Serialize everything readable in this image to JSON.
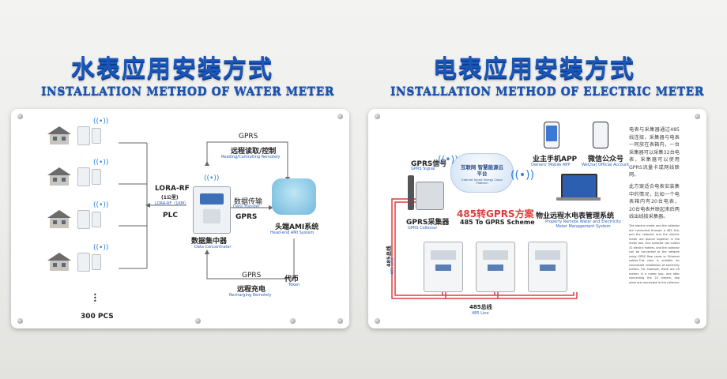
{
  "left": {
    "title_cn": "水表应用安装方式",
    "title_en": "INSTALLATION METHOD OF WATER METER",
    "lora_label": "LORA-RF",
    "lora_sub1": "(1公里)",
    "lora_sub2": "LORA-RF（1KM）",
    "plc_label": "PLC",
    "count_label": "300 PCS",
    "gprs_top": "GPRS",
    "remote_read_cn": "远程读取/控制",
    "remote_read_en": "Reading/Controlling Remotely",
    "data_transfer_cn": "数据传输",
    "data_transfer_en": "Data Transfer",
    "gprs_mid": "GPRS",
    "concentrator_cn": "数据集中器",
    "concentrator_en": "Data Concentrator",
    "ami_cn": "头端AMI系统",
    "ami_en": "Head-end AMI System",
    "token_cn": "代币",
    "token_en": "Token",
    "gprs_bottom": "GPRS",
    "recharge_cn": "远程充电",
    "recharge_en": "Recharging Remotely"
  },
  "right": {
    "title_cn": "电表应用安装方式",
    "title_en": "INSTALLATION METHOD OF ELECTRIC METER",
    "gprs_signal_cn": "GPRS信号",
    "gprs_signal_en": "GPRS Signal",
    "cloud_cn": "互联网 智慧能源云平台",
    "cloud_en": "Internet Smart Energy Cloud Platform",
    "collector_cn": "GPRS采集器",
    "collector_en": "GPRS Collector",
    "scheme_cn": "485转GPRS方案",
    "scheme_en": "485 To GPRS Scheme",
    "app_cn": "业主手机APP",
    "app_en": "Owners' Mobile APP",
    "wechat_cn": "微信公众号",
    "wechat_en": "WeChat Official Account",
    "mgmt_cn": "物业远程水电表管理系统",
    "mgmt_en": "Property Remote Water and Electricity Meter Management System",
    "bus_vertical_cn": "485总线",
    "bus_vertical_en": "485 Line",
    "bus_bottom_cn": "485总线",
    "bus_bottom_en": "485 Line",
    "para1": "电表与采集器通过485线连接，采集器与电表一同放在表箱内，一台采集器可以采集32台电表，采集器可以使用GPRS流量卡或网线联网。",
    "para2": "此方案适合电表安装集中的情况，比如一个电表箱内有20台电表，20台电表并联起来后两线出线接采集器。",
    "para3": "The electric meter and the collector are connected through a 485 line, and the collector and the electric meter are placed together in the meter box. One collector can collect 32 electric meters, and the collector can be connected to the network using GPRS flow cards or Ethernet cables.This plan is suitable for centralized installation of electricity meters. For example, there are 20 meters in a meter box, and after connecting the 20 meters, two wires are connected to the collector."
  },
  "colors": {
    "title_blue": "#1a56b8",
    "line_red": "#e23b3b",
    "arrow_gray": "#666666",
    "label_blue": "#2a63c0"
  }
}
